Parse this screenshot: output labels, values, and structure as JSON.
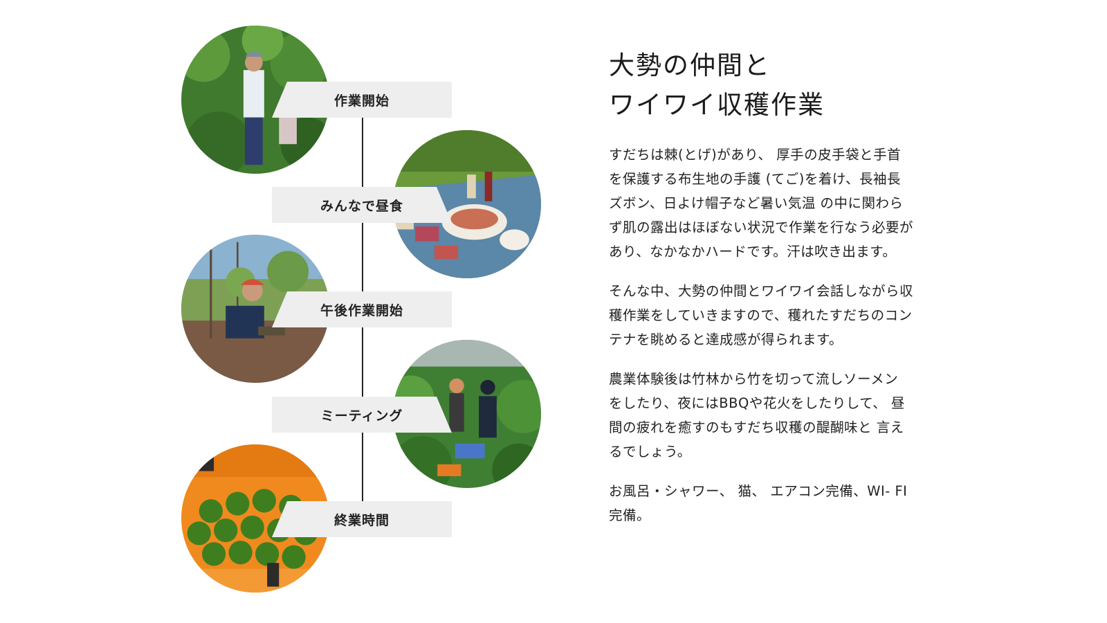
{
  "timeline": {
    "steps": [
      {
        "label": "作業開始"
      },
      {
        "label": "みんなで昼食"
      },
      {
        "label": "午後作業開始"
      },
      {
        "label": "ミーティング"
      },
      {
        "label": "終業時間"
      }
    ]
  },
  "content": {
    "heading_line1": "大勢の仲間と",
    "heading_line2": "ワイワイ収穫作業",
    "paragraphs": [
      "すだちは棘(とげ)があり、 厚手の皮手袋と手首を保護する布生地の手護 (てご)を着け、長袖長ズボン、日よけ帽子など暑い気温 の中に関わらず肌の露出はほぼない状況で作業を行なう必要があり、なかなかハードです。汗は吹き出ます。",
      "そんな中、大勢の仲間とワイワイ会話しながら収穫作業をしていきますので、穫れたすだちのコンテナを眺めると達成感が得られます。",
      "農業体験後は竹林から竹を切って流しソーメン をしたり、夜にはBBQや花火をしたりして、 昼間の疲れを癒すのもすだち収穫の醍醐味と 言えるでしょう。",
      "お風呂・シャワー、 猫、 エアコン完備、WI- FI完備。"
    ]
  }
}
